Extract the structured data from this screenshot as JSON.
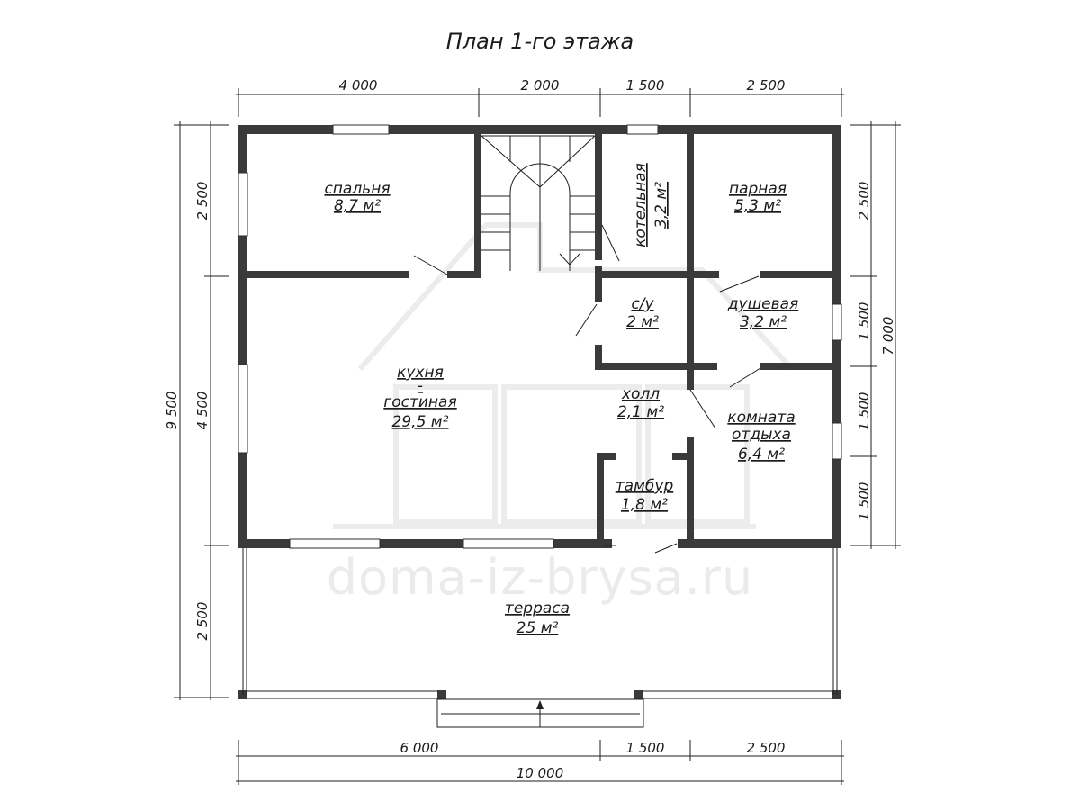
{
  "title": "План 1-го этажа",
  "dimensions": {
    "top": [
      "4 000",
      "2 000",
      "1 500",
      "2 500"
    ],
    "bottom_segments": [
      "6 000",
      "1 500",
      "2 500"
    ],
    "bottom_total": "10 000",
    "left_segments": [
      "2 500",
      "4 500",
      "2 500"
    ],
    "left_total": "9 500",
    "right_segments": [
      "2 500",
      "1 500",
      "1 500",
      "1 500"
    ],
    "right_total": "7 000"
  },
  "rooms": {
    "bedroom": {
      "name": "спальня",
      "area": "8,7 м²"
    },
    "boiler": {
      "name": "котельная",
      "area": "3,2 м²"
    },
    "steam": {
      "name": "парная",
      "area": "5,3 м²"
    },
    "wc": {
      "name": "с/у",
      "area": "2 м²"
    },
    "shower": {
      "name": "душевая",
      "area": "3,2 м²"
    },
    "kitchen": {
      "name_line1": "кухня",
      "name_line2": "-",
      "name_line3": "гостиная",
      "area": "29,5 м²"
    },
    "hall": {
      "name": "холл",
      "area": "2,1 м²"
    },
    "rest": {
      "name_line1": "комната",
      "name_line2": "отдыха",
      "area": "6,4 м²"
    },
    "vestibule": {
      "name": "тамбур",
      "area": "1,8 м²"
    },
    "terrace": {
      "name": "терраса",
      "area": "25 м²"
    }
  },
  "watermark": "doma-iz-brysa.ru",
  "colors": {
    "wall": "#3a3a3a",
    "line": "#1e1e1e",
    "text": "#1b1b1b",
    "watermark": "#ebebeb"
  }
}
